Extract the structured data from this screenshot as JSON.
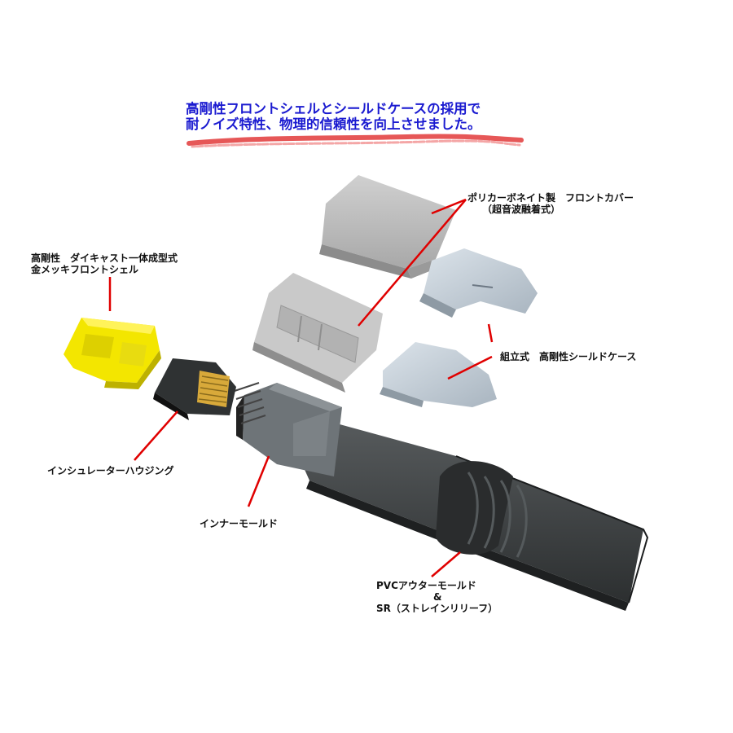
{
  "headline": {
    "line1": "高剛性フロントシェルとシールドケースの採用で",
    "line2": "耐ノイズ特性、物理的信頼性を向上させました。"
  },
  "labels": {
    "front_cover": {
      "line1": "ポリカーボネイト製　フロントカバー",
      "line2": "（超音波融着式）"
    },
    "front_shell": {
      "line1": "高剛性　ダイキャスト一体成型式",
      "line2": "金メッキフロントシェル"
    },
    "shield_case": "組立式　高剛性シールドケース",
    "insulator_housing": "インシュレーターハウジング",
    "inner_mold": "インナーモールド",
    "outer_mold": {
      "line1": "PVCアウターモールド",
      "line2": "&",
      "line3": "SR（ストレインリリーフ）"
    }
  },
  "colors": {
    "headline": "#1a1ad0",
    "leader_line": "#e00000",
    "underline_smear": "#e23a3a",
    "front_shell": "#f3e600",
    "front_cover": "#bdbdbd",
    "shield_case": "#c6d0da",
    "inner_mold": "#6e7478",
    "outer_cable": "#3a3d3e"
  }
}
